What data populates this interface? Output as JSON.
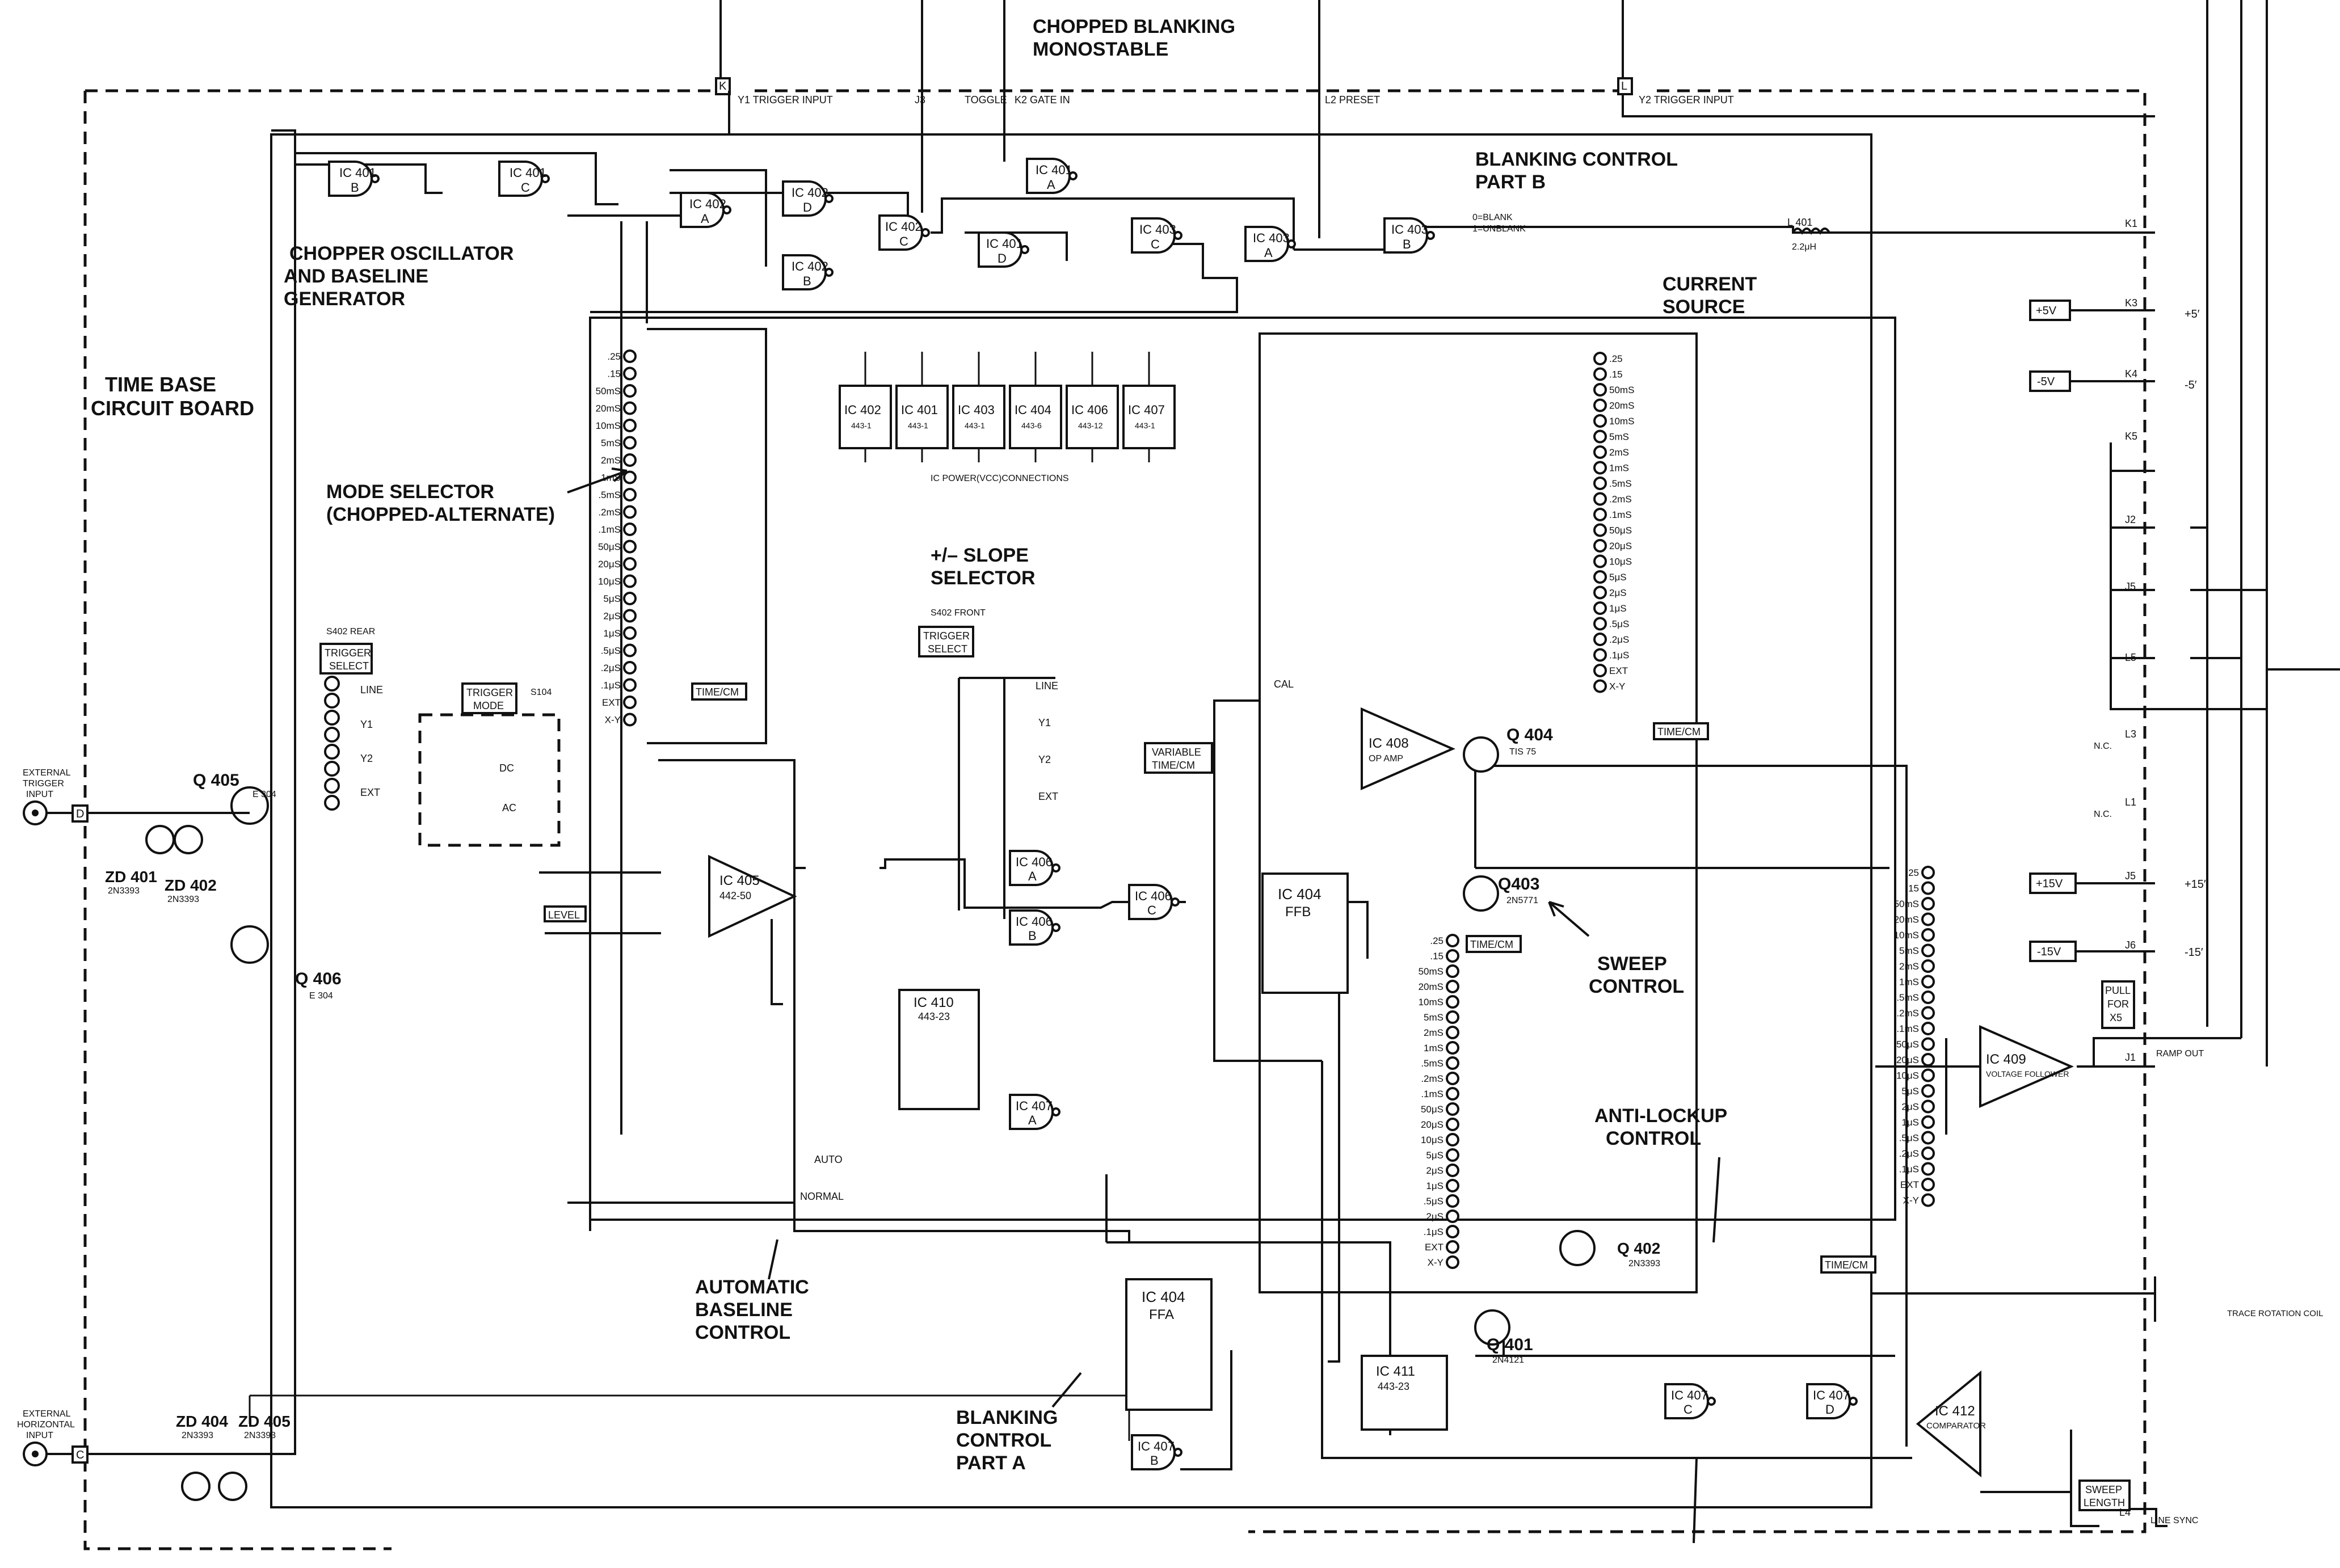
{
  "headings": {
    "chopped_blanking": [
      "CHOPPED BLANKING",
      "MONOSTABLE"
    ],
    "blanking_control_b": [
      "BLANKING CONTROL",
      "PART B"
    ],
    "chopper_osc": [
      "CHOPPER OSCILLATOR",
      "AND BASELINE",
      "GENERATOR"
    ],
    "time_base_board": [
      "TIME BASE",
      "CIRCUIT BOARD"
    ],
    "mode_selector": [
      "MODE SELECTOR",
      "(CHOPPED-ALTERNATE)"
    ],
    "current_source": [
      "CURRENT",
      "SOURCE"
    ],
    "slope_selector": [
      "+/– SLOPE",
      "SELECTOR"
    ],
    "sweep_control": [
      "SWEEP",
      "CONTROL"
    ],
    "anti_lockup": [
      "ANTI-LOCKUP",
      "CONTROL"
    ],
    "auto_baseline": [
      "AUTOMATIC",
      "BASELINE",
      "CONTROL"
    ],
    "blanking_control_a": [
      "BLANKING",
      "CONTROL",
      "PART A"
    ]
  },
  "top_signals": [
    "Y1 TRIGGER INPUT",
    "J3",
    "TOGGLE",
    "K2 GATE IN",
    "L2 PRESET",
    "Y2 TRIGGER INPUT"
  ],
  "inputs": {
    "external_trigger": [
      "EXTERNAL",
      "TRIGGER",
      "INPUT"
    ],
    "external_horizontal": [
      "EXTERNAL",
      "HORIZONTAL",
      "INPUT"
    ]
  },
  "chips": [
    {
      "id": "ic401b",
      "l1": "IC 401",
      "l2": "B"
    },
    {
      "id": "ic401c",
      "l1": "IC 401",
      "l2": "C"
    },
    {
      "id": "ic402a",
      "l1": "IC 402",
      "l2": "A"
    },
    {
      "id": "ic402d",
      "l1": "IC 402",
      "l2": "D"
    },
    {
      "id": "ic402b",
      "l1": "IC 402",
      "l2": "B"
    },
    {
      "id": "ic402c",
      "l1": "IC 402",
      "l2": "C"
    },
    {
      "id": "ic401a",
      "l1": "IC 401",
      "l2": "A"
    },
    {
      "id": "ic401d",
      "l1": "IC 401",
      "l2": "D"
    },
    {
      "id": "ic403c",
      "l1": "IC 403",
      "l2": "C"
    },
    {
      "id": "ic403a",
      "l1": "IC 403",
      "l2": "A"
    },
    {
      "id": "ic403b",
      "l1": "IC 403",
      "l2": "B"
    },
    {
      "id": "ic405",
      "l1": "IC 405",
      "l2": "442-50"
    },
    {
      "id": "ic406a",
      "l1": "IC 406",
      "l2": "A"
    },
    {
      "id": "ic406b",
      "l1": "IC 406",
      "l2": "B"
    },
    {
      "id": "ic406c",
      "l1": "IC 406",
      "l2": "C"
    },
    {
      "id": "ic410",
      "l1": "IC 410",
      "l2": "443-23"
    },
    {
      "id": "ic407a",
      "l1": "IC 407",
      "l2": "A"
    },
    {
      "id": "ic404ffb",
      "l1": "IC 404",
      "l2": "FFB"
    },
    {
      "id": "ic404ffa",
      "l1": "IC 404",
      "l2": "FFA"
    },
    {
      "id": "ic407b",
      "l1": "IC 407",
      "l2": "B"
    },
    {
      "id": "ic411",
      "l1": "IC 411",
      "l2": "443-23"
    },
    {
      "id": "ic407c",
      "l1": "IC 407",
      "l2": "C"
    },
    {
      "id": "ic407d",
      "l1": "IC 407",
      "l2": "D"
    },
    {
      "id": "ic412",
      "l1": "IC 412",
      "l2": "COMPARATOR"
    },
    {
      "id": "ic408",
      "l1": "IC 408",
      "l2": "OP AMP"
    },
    {
      "id": "ic409",
      "l1": "IC 409",
      "l2": "VOLTAGE FOLLOWER"
    }
  ],
  "ic_power": {
    "chips": [
      "IC 402",
      "IC 401",
      "IC 403",
      "IC 404",
      "IC 406",
      "IC 407"
    ],
    "parts": [
      "443-1",
      "443-1",
      "443-1",
      "443-6",
      "443-12",
      "443-1"
    ],
    "caption": "IC POWER(VCC)CONNECTIONS"
  },
  "transistors": [
    {
      "id": "q405",
      "label": "Q 405",
      "part": "E 304"
    },
    {
      "id": "q406",
      "label": "Q 406",
      "part": "E 304"
    },
    {
      "id": "q404",
      "label": "Q 404",
      "part": "TIS 75"
    },
    {
      "id": "q403",
      "label": "Q403",
      "part": "2N5771"
    },
    {
      "id": "q402",
      "label": "Q 402",
      "part": "2N3393"
    },
    {
      "id": "q401",
      "label": "Q 401",
      "part": "2N4121"
    }
  ],
  "zeners": [
    {
      "id": "zd401",
      "label": "ZD 401",
      "part": "2N3393"
    },
    {
      "id": "zd402",
      "label": "ZD 402",
      "part": "2N3393"
    },
    {
      "id": "zd404",
      "label": "ZD 404",
      "part": "2N3393"
    },
    {
      "id": "zd405",
      "label": "ZD 405",
      "part": "2N3393"
    }
  ],
  "switch_labels": {
    "trigger_select": [
      "TRIGGER",
      "SELECT"
    ],
    "trigger_mode": [
      "TRIGGER",
      "MODE"
    ],
    "time_cm": "TIME/CM",
    "variable_time": [
      "VARIABLE",
      "TIME/CM"
    ],
    "level": "LEVEL",
    "sweep_length": [
      "SWEEP",
      "LENGTH"
    ],
    "pull_x5": [
      "PULL",
      "FOR",
      "X5"
    ],
    "s402_rear": "S402 REAR",
    "s402_front": "S402 FRONT",
    "s104": "S104"
  },
  "trigger_positions": [
    "LINE",
    "Y1",
    "Y2",
    "EXT"
  ],
  "mode_options": [
    "AUTO",
    "NORMAL",
    "CAL",
    "DC",
    "AC"
  ],
  "timebase_steps": [
    ".25",
    ".15",
    "50mS",
    "20mS",
    "10mS",
    "5mS",
    "2mS",
    "1mS",
    ".5mS",
    ".2mS",
    ".1mS",
    "50μS",
    "20μS",
    "10μS",
    "5μS",
    "2μS",
    "1μS",
    ".5μS",
    ".2μS",
    ".1μS",
    "EXT",
    "X-Y"
  ],
  "supplies": [
    {
      "label": "+5V",
      "out": "+5′"
    },
    {
      "label": "-5V",
      "out": "-5′"
    },
    {
      "label": "+15V",
      "out": "+15′"
    },
    {
      "label": "-15V",
      "out": "-15′"
    }
  ],
  "edge_pins": [
    "K1",
    "K3",
    "K4",
    "K5",
    "J2",
    "J5",
    "L5",
    "L3",
    "L1",
    "J5",
    "J6",
    "J1",
    "L4"
  ],
  "edge_labels": [
    "RAMP OUT",
    "TRACE ROTATION COIL",
    "LINE SYNC",
    "N.C."
  ],
  "blank_note": [
    "0=BLANK",
    "1=UNBLANK"
  ],
  "inductor": {
    "label": "L 401",
    "value": "2.2μH"
  }
}
